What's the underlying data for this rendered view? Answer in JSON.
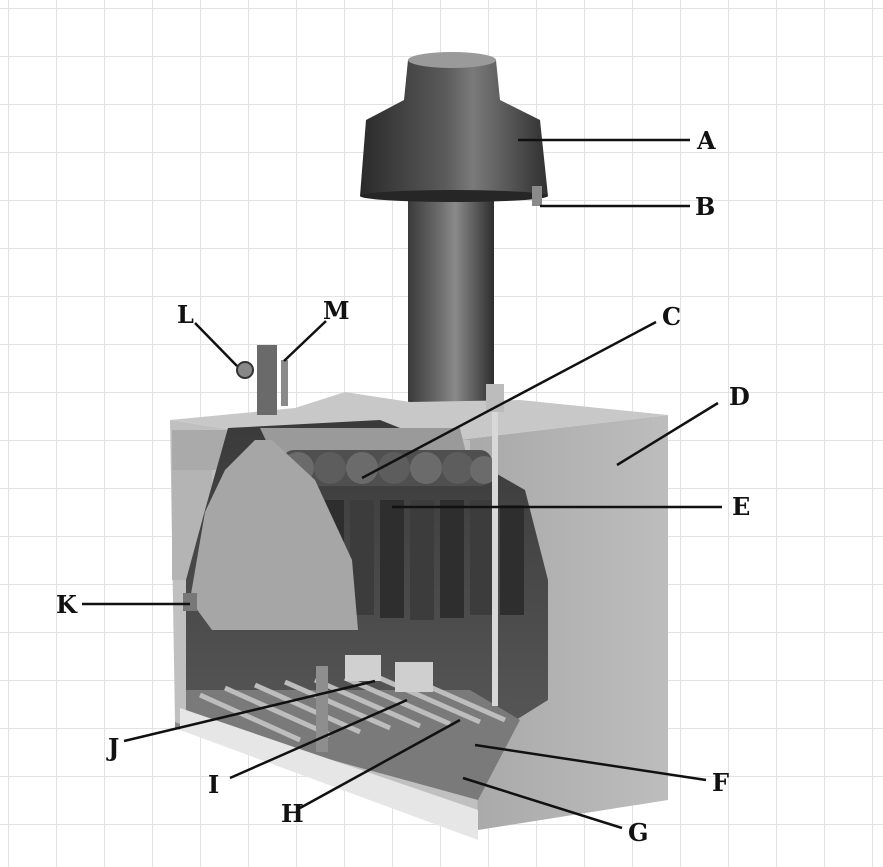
{
  "diagram": {
    "subject": "boiler-cutaway",
    "labels": {
      "A": "A",
      "B": "B",
      "C": "C",
      "D": "D",
      "E": "E",
      "F": "F",
      "G": "G",
      "H": "H",
      "I": "I",
      "J": "J",
      "K": "K",
      "L": "L",
      "M": "M"
    },
    "colors": {
      "label_text": "#111111",
      "leader_line": "#111111",
      "cabinet": "#b9b9b9",
      "flue": "#4a4a4a",
      "grid": "#e2e2e2"
    }
  }
}
